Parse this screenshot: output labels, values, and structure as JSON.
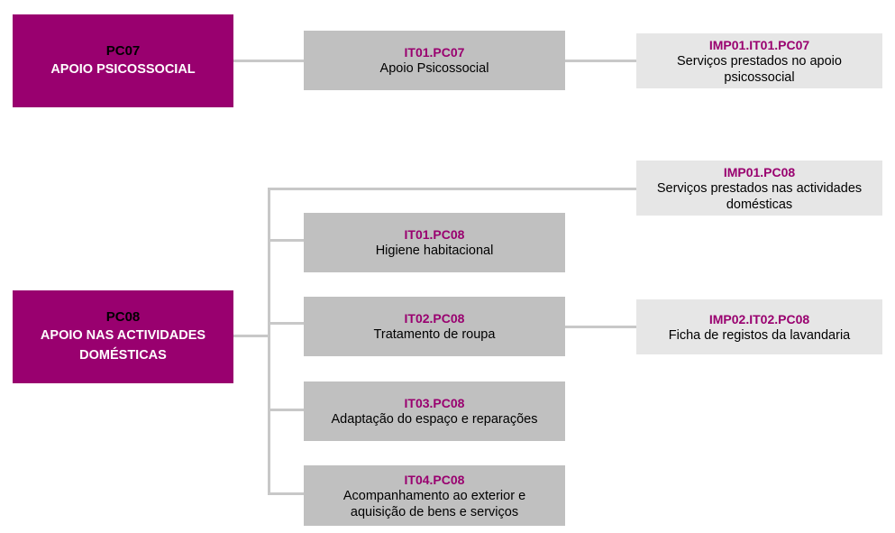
{
  "colors": {
    "process": "#99006f",
    "instruction": "#c0c0c0",
    "record": "#e6e6e6",
    "connector": "#c8c8c8",
    "code_text": "#99006f"
  },
  "pc07": {
    "code": "PC07",
    "title": "APOIO PSICOSSOCIAL",
    "it01": {
      "code": "IT01.PC07",
      "label": "Apoio Psicossocial"
    },
    "imp01": {
      "code": "IMP01.IT01.PC07",
      "label": "Serviços prestados no apoio\npsicossocial"
    }
  },
  "pc08": {
    "code": "PC08",
    "title": "APOIO NAS ACTIVIDADES\nDOMÉSTICAS",
    "imp01": {
      "code": "IMP01.PC08",
      "label": "Serviços prestados nas actividades\ndomésticas"
    },
    "it01": {
      "code": "IT01.PC08",
      "label": "Higiene habitacional"
    },
    "it02": {
      "code": "IT02.PC08",
      "label": "Tratamento de roupa"
    },
    "imp02": {
      "code": "IMP02.IT02.PC08",
      "label": "Ficha de registos da lavandaria"
    },
    "it03": {
      "code": "IT03.PC08",
      "label": "Adaptação do espaço e reparações"
    },
    "it04": {
      "code": "IT04.PC08",
      "label": "Acompanhamento ao exterior e\naquisição de bens e serviços"
    }
  }
}
